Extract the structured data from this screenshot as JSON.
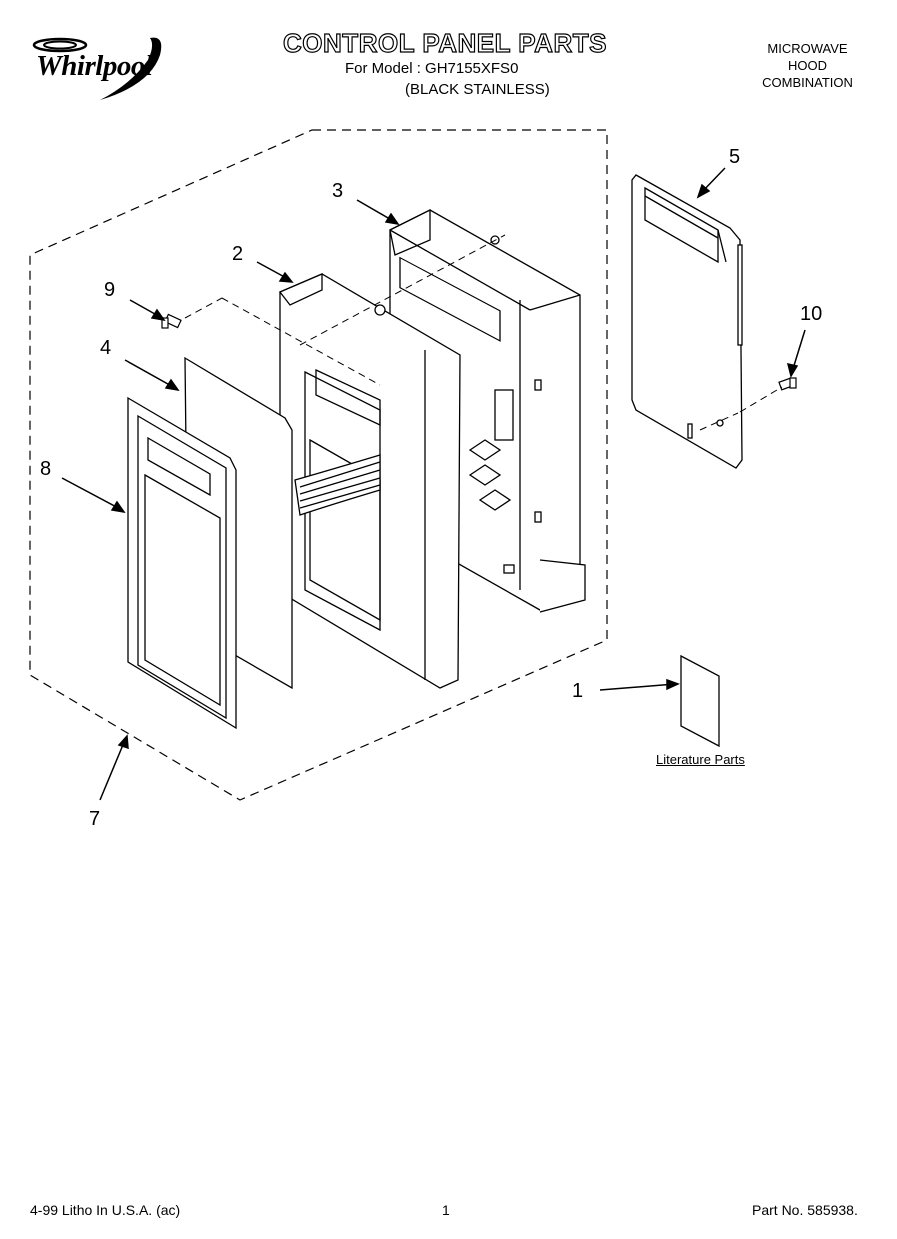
{
  "header": {
    "brand": "Whirlpool",
    "title": "CONTROL PANEL PARTS",
    "model_line": "For Model : GH7155XFS0",
    "model_sub": "(BLACK STAINLESS)",
    "product_type": [
      "MICROWAVE",
      "HOOD",
      "COMBINATION"
    ]
  },
  "callouts": [
    "1",
    "2",
    "3",
    "4",
    "5",
    "7",
    "8",
    "9",
    "10"
  ],
  "literature_label": "Literature Parts",
  "footer": {
    "left": "4-99 Litho In U.S.A. (ac)",
    "page": "1",
    "part_no": "Part No. 585938."
  }
}
